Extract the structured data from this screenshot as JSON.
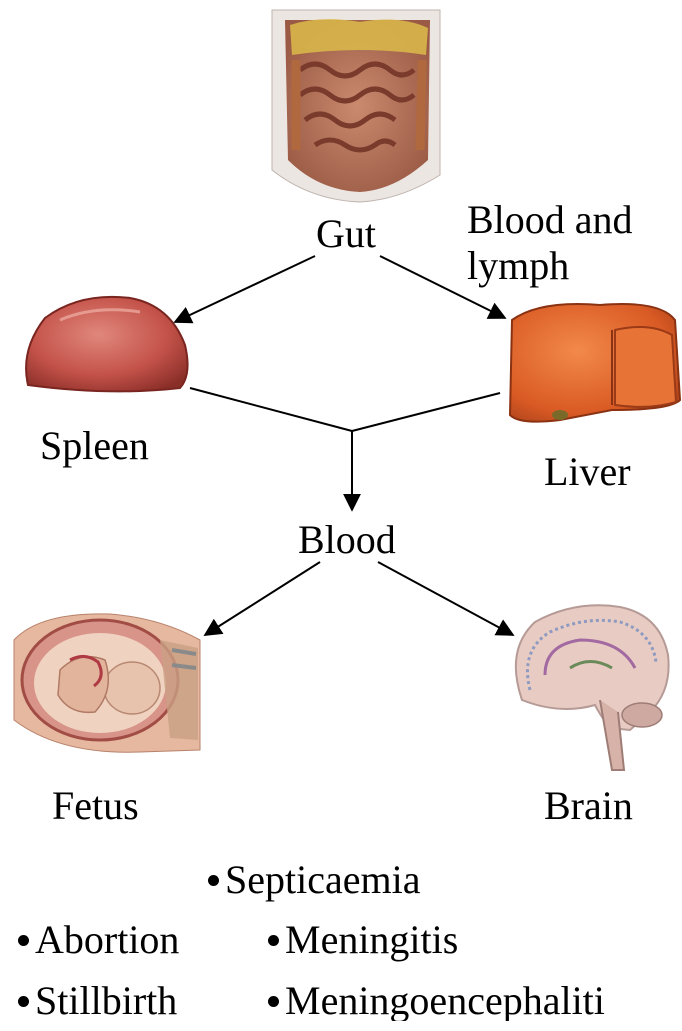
{
  "nodes": {
    "gut": "Gut",
    "blood_lymph_line1": "Blood and",
    "blood_lymph_line2": "lymph",
    "spleen": "Spleen",
    "liver": "Liver",
    "blood": "Blood",
    "fetus": "Fetus",
    "brain": "Brain"
  },
  "outcomes": {
    "septicaemia": "Septicaemia",
    "abortion": "Abortion",
    "meningitis": "Meningitis",
    "stillbirth": "Stillbirth",
    "meningoencephalitis": "Meningoencephaliti"
  },
  "illustrations": {
    "gut": "abdomen-intestines-illustration",
    "spleen": "spleen-illustration",
    "liver": "liver-illustration",
    "fetus": "fetus-in-uterus-illustration",
    "brain": "brain-sagittal-illustration"
  },
  "colors": {
    "organ_red": "#c9504a",
    "organ_dark": "#8e2a26",
    "liver_orange": "#e0662e",
    "brain_pink": "#d9b0a8",
    "skin": "#e8c9b4",
    "line": "#000000"
  }
}
